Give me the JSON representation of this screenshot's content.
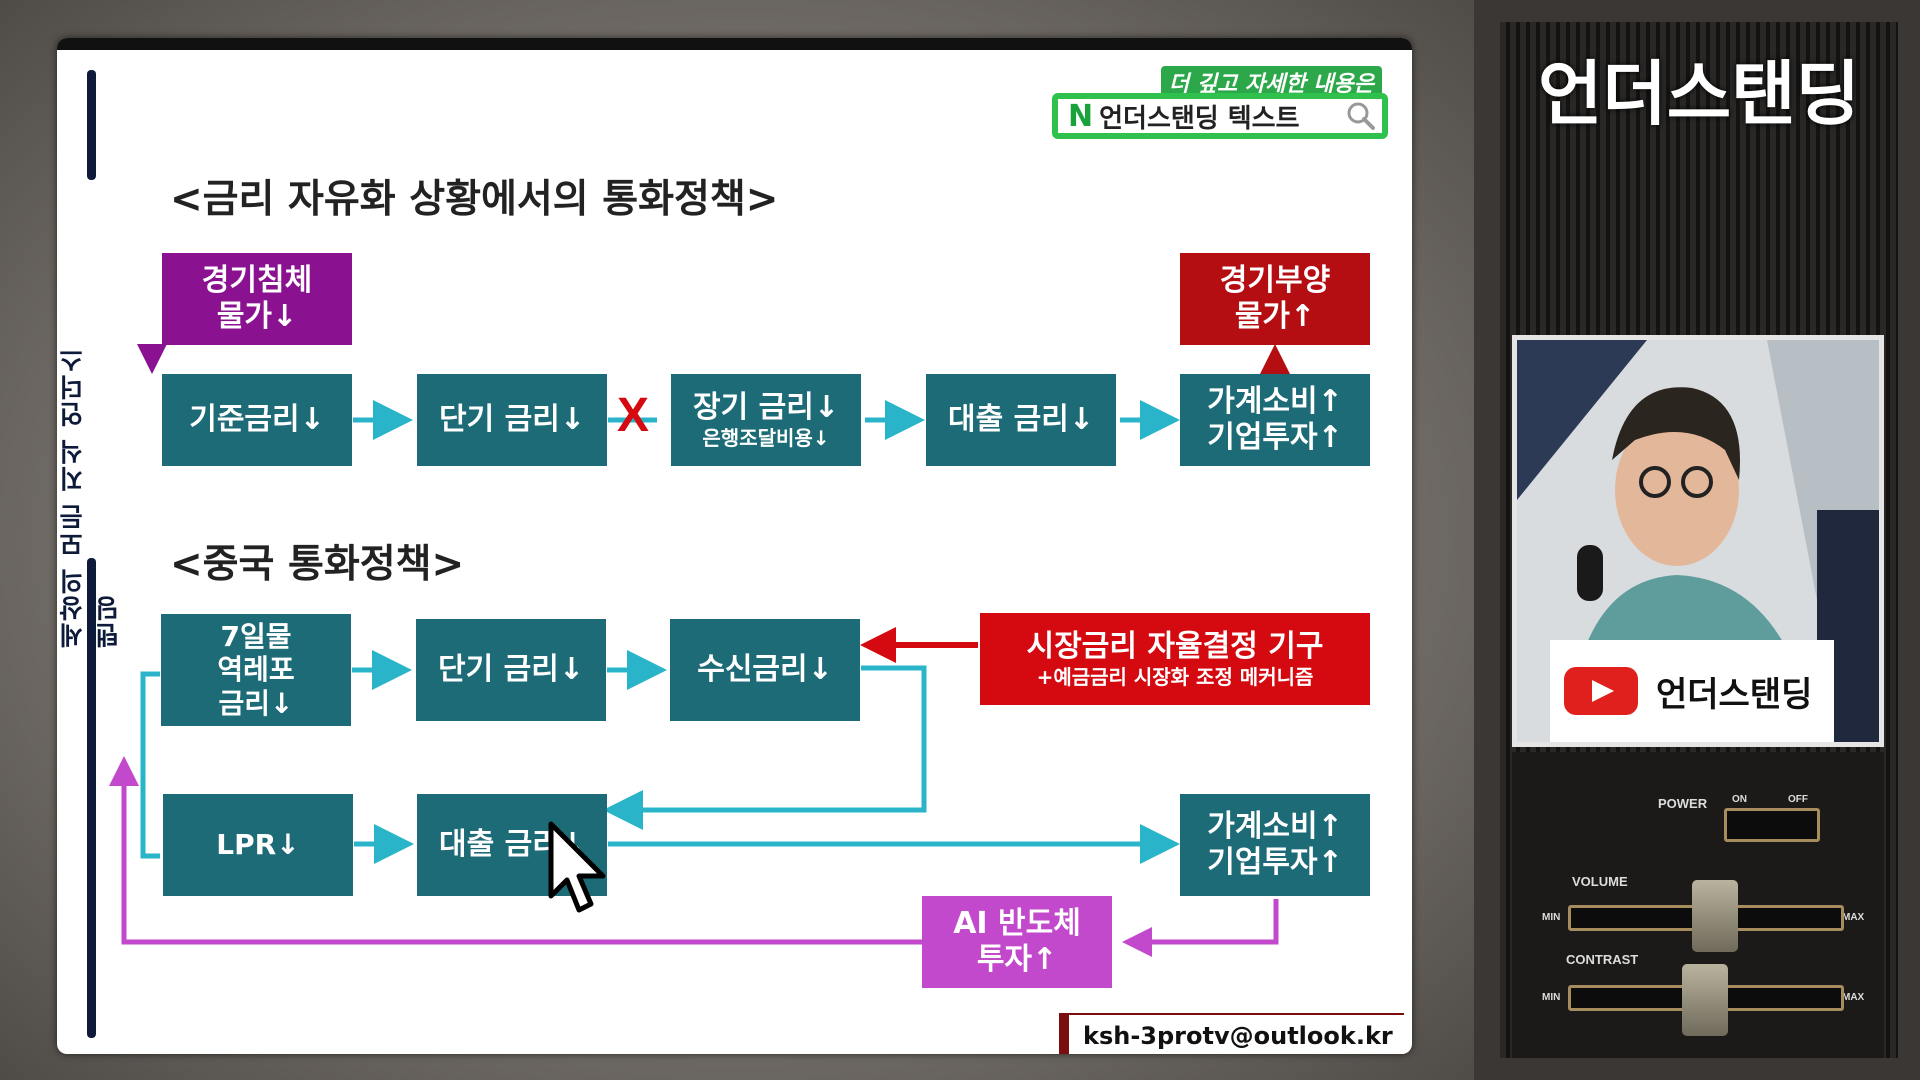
{
  "side_label": "세상의 모든 지식   언더스탠딩",
  "badge": {
    "top": "더 깊고 자세한 내용은",
    "logo": "N",
    "main": "언더스탠딩 텍스트",
    "icon": "search-icon"
  },
  "section1": {
    "title": "<금리 자유화 상황에서의 통화정책>",
    "recession_box": {
      "line1": "경기침체",
      "line2": "물가↓"
    },
    "stimulus_box": {
      "line1": "경기부양",
      "line2": "물가↑"
    },
    "base_rate": "기준금리↓",
    "short_rate": "단기 금리↓",
    "blocked_mark": "X",
    "long_rate": {
      "line1": "장기 금리↓",
      "line2": "은행조달비용↓"
    },
    "loan_rate": "대출 금리↓",
    "result": {
      "line1": "가계소비↑",
      "line2": "기업투자↑"
    }
  },
  "section2": {
    "title": "<중국 통화정책>",
    "repo": {
      "line1": "7일물",
      "line2": "역레포",
      "line3": "금리↓"
    },
    "short_rate": "단기 금리↓",
    "deposit_rate": "수신금리↓",
    "market_box": {
      "line1": "시장금리 자율결정 기구",
      "line2": "+예금금리 시장화 조정 메커니즘"
    },
    "lpr": "LPR↓",
    "loan_rate": "대출 금리↓",
    "result": {
      "line1": "가계소비↑",
      "line2": "기업투자↑"
    },
    "ai_box": {
      "line1": "AI 반도체",
      "line2": "투자↑"
    }
  },
  "email": "ksh-3protv@outlook.kr",
  "channel": {
    "title": "언더스탠딩",
    "yt_label": "언더스탠딩"
  },
  "controls": {
    "power": "POWER",
    "on": "ON",
    "off": "OFF",
    "volume": "VOLUME",
    "contrast": "CONTRAST",
    "min": "MIN",
    "max": "MAX"
  },
  "colors": {
    "teal": "#1d6b77",
    "arrow": "#29b4c9",
    "purple": "#8a1291",
    "red": "#d40a10",
    "magenta": "#c248cc"
  }
}
